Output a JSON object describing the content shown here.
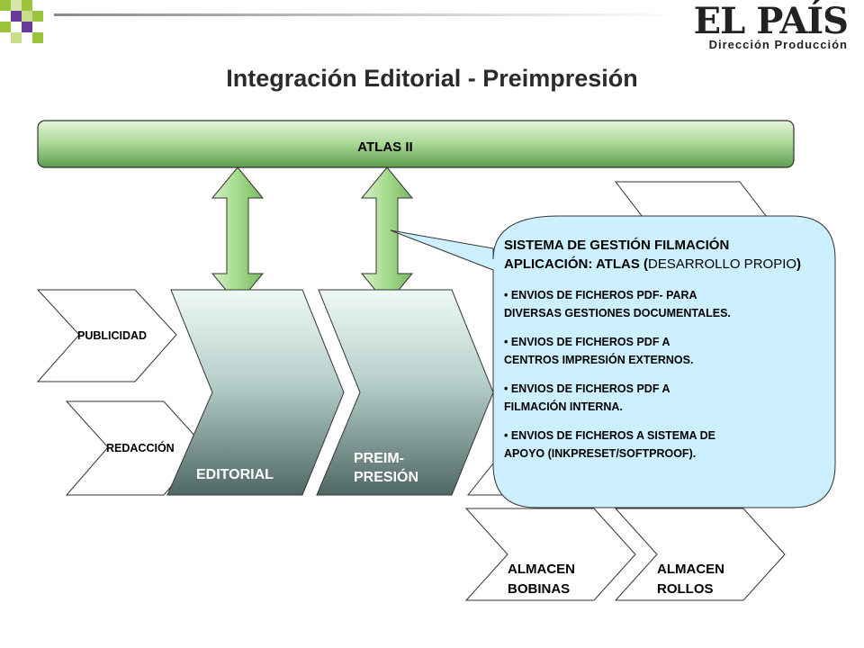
{
  "header": {
    "logo_main": "EL PAÍS",
    "logo_sub": "Dirección Producción",
    "title": "Integración Editorial - Preimpresión"
  },
  "diagram": {
    "top_bar": "ATLAS II",
    "inputs": [
      "PUBLICIDAD",
      "REDACCIÓN"
    ],
    "stages": [
      {
        "line1": "EDITORIAL",
        "line2": ""
      },
      {
        "line1": "PREIM-",
        "line2": "PRESIÓN"
      }
    ],
    "storage": [
      {
        "line1": "ALMACEN",
        "line2": "BOBINAS"
      },
      {
        "line1": "ALMACEN",
        "line2": "ROLLOS"
      }
    ]
  },
  "callout": {
    "head_bold_1": "SISTEMA DE GESTIÓN FILMACIÓN",
    "head_bold_2": "APLICACIÓN: ATLAS (",
    "head_normal": "DESARROLLO PROPIO",
    "head_bold_3": ")",
    "bullets": [
      "• ENVIOS DE FICHEROS PDF- PARA\n   DIVERSAS GESTIONES DOCUMENTALES.",
      "• ENVIOS DE FICHEROS PDF A\n   CENTROS IMPRESIÓN EXTERNOS.",
      "• ENVIOS DE FICHEROS PDF A\n   FILMACIÓN INTERNA.",
      "• ENVIOS DE FICHEROS A SISTEMA DE\nAPOYO (INKPRESET/SOFTPROOF)."
    ]
  },
  "colors": {
    "bar_top": "#d8f0cc",
    "bar_bottom": "#6faa5e",
    "stage_top": "#e8f6f3",
    "stage_bottom": "#536c68",
    "callout_fill": "#ccf0ff",
    "deco_green": "#9bc33c",
    "deco_purple": "#6a3c9a"
  }
}
